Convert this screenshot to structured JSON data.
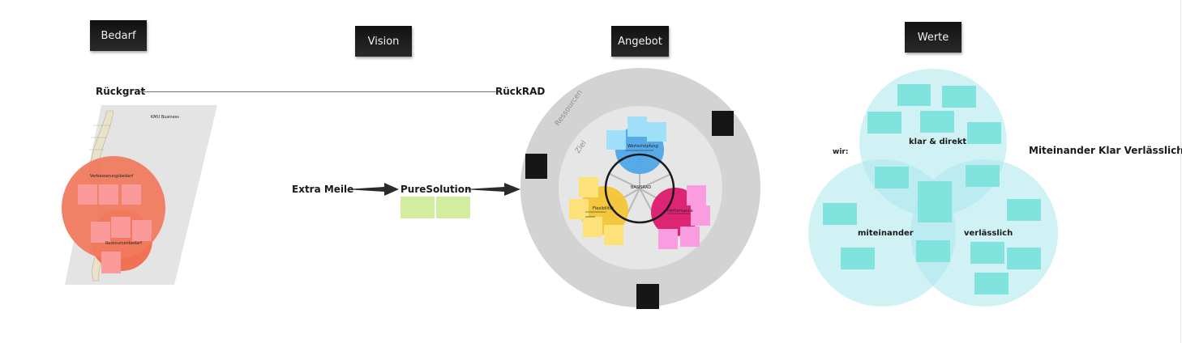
{
  "headers": {
    "bedarf": "Bedarf",
    "vision": "Vision",
    "angebot": "Angebot",
    "werte": "Werte"
  },
  "bedarf": {
    "rueckgrat_label": "Rückgrat",
    "panel_title": "KMU Business",
    "need_1": "Verbesserungsbedarf",
    "need_2": "Ressourcenbedarf",
    "colors": {
      "need_circle": "#f07a5f",
      "note": "#fb9a9a",
      "panel": "#e4e4e4"
    }
  },
  "vision": {
    "ruckrad_label": "RückRAD",
    "extra_meile": "Extra Meile",
    "pure_solution": "PureSolution",
    "colors": {
      "note": "#d3eda0"
    }
  },
  "angebot": {
    "ring_label_outer": "Ressourcen",
    "ring_label_inner": "Ziel",
    "hub_label": "BASISRAD",
    "segments": [
      {
        "label": "Wertschöpfung",
        "color": "#4ea6e8",
        "note_color": "#9fe0f8"
      },
      {
        "label": "Flexibilität",
        "color": "#f4c430",
        "note_color": "#fde27a"
      },
      {
        "label": "Performance",
        "color": "#dd1a6e",
        "note_color": "#f99de0"
      }
    ]
  },
  "werte": {
    "wir_label": "wir:",
    "motto": "Miteinander Klar Verlässlich",
    "circles": [
      {
        "label": "klar & direkt"
      },
      {
        "label": "miteinander"
      },
      {
        "label": "verlässlich"
      }
    ],
    "colors": {
      "circle": "#c9f1f3",
      "note": "#80e3dd"
    }
  }
}
